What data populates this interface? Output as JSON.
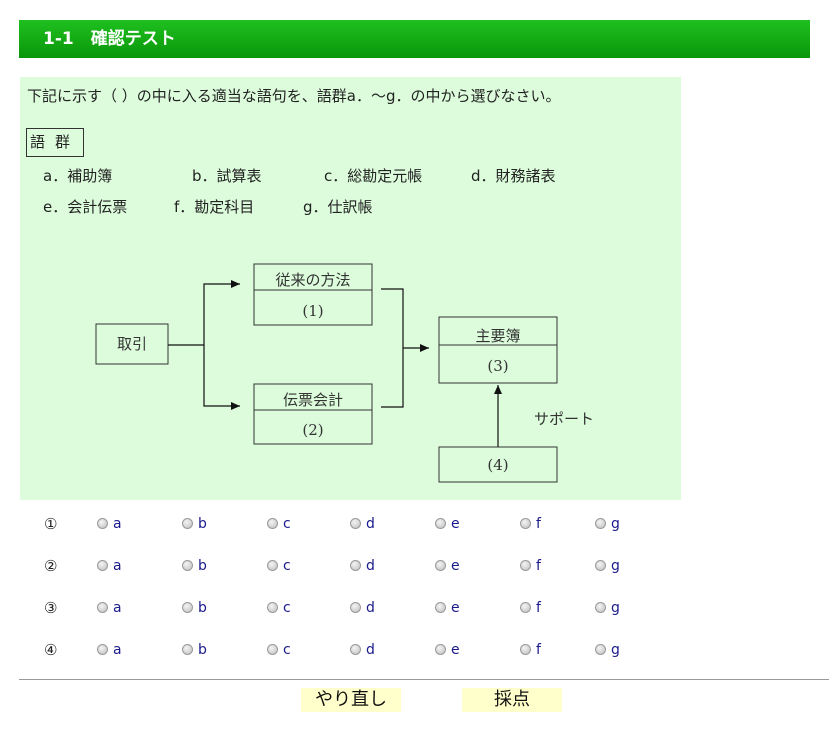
{
  "title": "1-1　確認テスト",
  "instruction": "下記に示す（ ）の中に入る適当な語句を、語群a．～g．の中から選びなさい。",
  "word_group": {
    "label": "語群",
    "items": [
      "a．補助簿",
      "b．試算表",
      "c．総勘定元帳",
      "d．財務諸表",
      "e．会計伝票",
      "f．勘定科目",
      "g．仕訳帳"
    ]
  },
  "diagram": {
    "torihiki": "取引",
    "conventional": "従来の方法",
    "slot1": "(1)",
    "denpyo": "伝票会計",
    "slot2": "(2)",
    "main_book": "主要簿",
    "slot3": "(3)",
    "support": "サポート",
    "slot4": "(4)"
  },
  "answers": {
    "questions": [
      "①",
      "②",
      "③",
      "④"
    ],
    "options": [
      "a",
      "b",
      "c",
      "d",
      "e",
      "f",
      "g"
    ]
  },
  "buttons": {
    "redo": "やり直し",
    "grade": "採点"
  }
}
